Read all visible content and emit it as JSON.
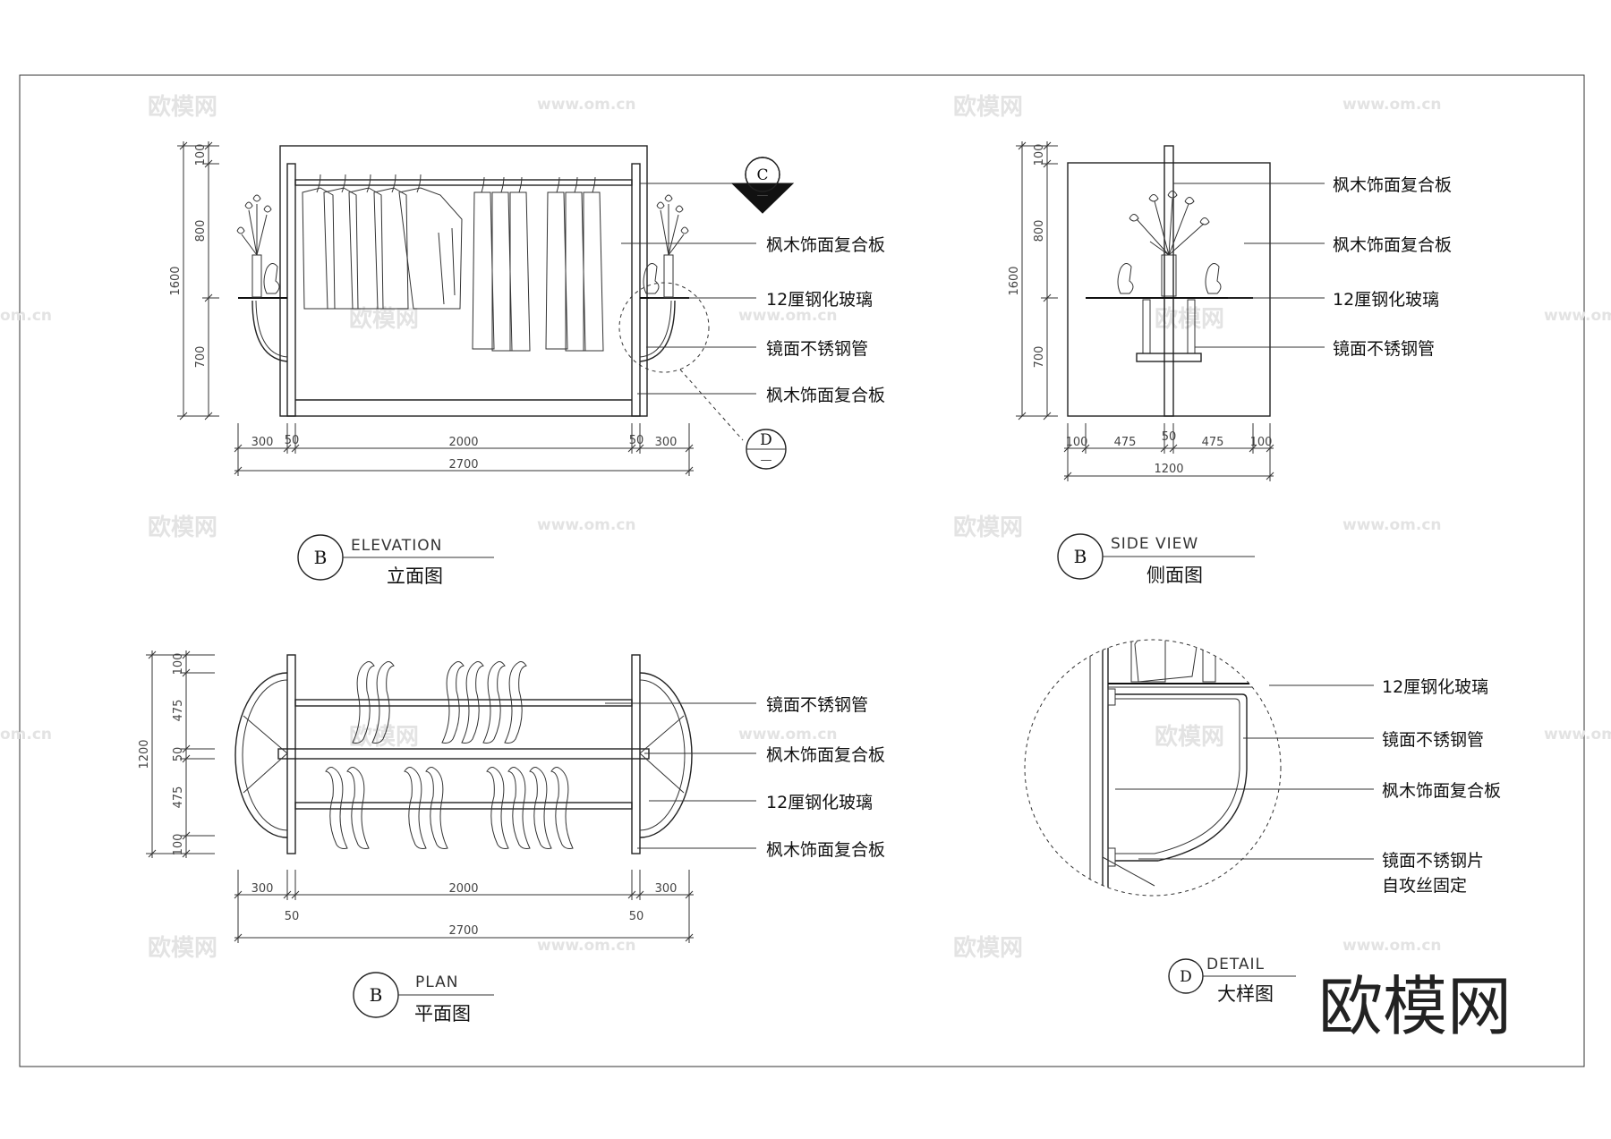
{
  "watermark": {
    "brand": "欧模网",
    "url": "www.om.cn",
    "corner_logo": "欧模网",
    "partial_url": "om.cn"
  },
  "elevation": {
    "marker": "B",
    "title_en": "ELEVATION",
    "title_cn": "立面图",
    "section_c": {
      "letter": "C",
      "sub": "—"
    },
    "section_d": {
      "letter": "D",
      "sub": "—"
    },
    "dims_h": [
      "300",
      "50",
      "2000",
      "50",
      "300"
    ],
    "dim_total": "2700",
    "dims_v": [
      "100",
      "800",
      "700"
    ],
    "dim_v_total": "1600",
    "labels": [
      "枫木饰面复合板",
      "12厘钢化玻璃",
      "镜面不锈钢管",
      "枫木饰面复合板"
    ]
  },
  "side": {
    "marker": "B",
    "title_en": "SIDE  VIEW",
    "title_cn": "侧面图",
    "dims_h": [
      "100",
      "475",
      "50",
      "475",
      "100"
    ],
    "dim_total": "1200",
    "dims_v": [
      "100",
      "800",
      "700"
    ],
    "dim_v_total": "1600",
    "labels": [
      "枫木饰面复合板",
      "枫木饰面复合板",
      "12厘钢化玻璃",
      "镜面不锈钢管"
    ]
  },
  "plan": {
    "marker": "B",
    "title_en": "PLAN",
    "title_cn": "平面图",
    "dims_h_top": [
      "300",
      "2000",
      "300"
    ],
    "dims_h_mid": [
      "50",
      "50"
    ],
    "dim_total": "2700",
    "dims_v": [
      "100",
      "475",
      "50",
      "475",
      "100"
    ],
    "dim_v_total": "1200",
    "labels": [
      "镜面不锈钢管",
      "枫木饰面复合板",
      "12厘钢化玻璃",
      "枫木饰面复合板"
    ]
  },
  "detail": {
    "marker": "D",
    "title_en": "DETAIL",
    "title_cn": "大样图",
    "labels": [
      "12厘钢化玻璃",
      "镜面不锈钢管",
      "枫木饰面复合板",
      "镜面不锈钢片",
      "自攻丝固定"
    ]
  }
}
